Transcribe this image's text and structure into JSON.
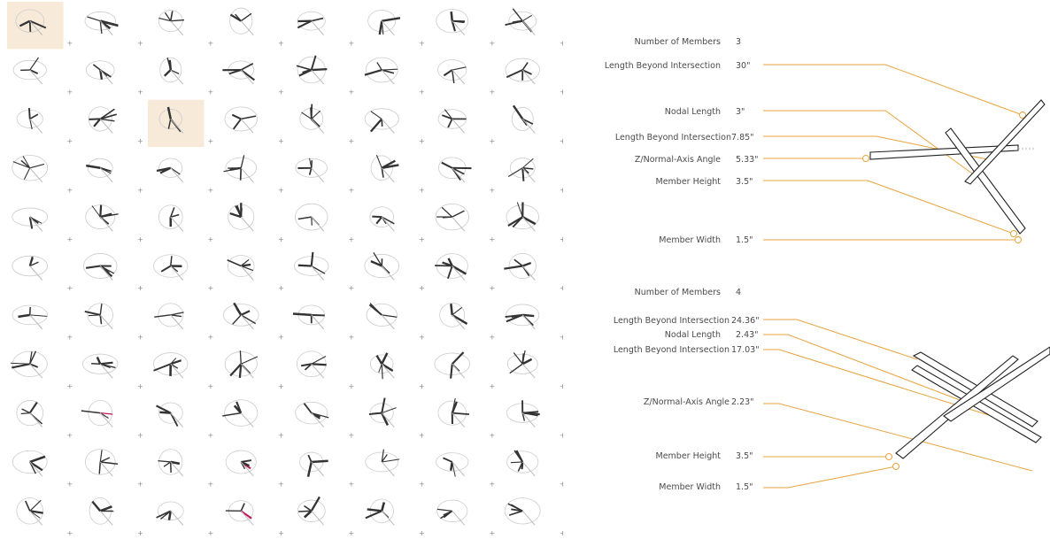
{
  "colors": {
    "leader": "#e8a33d",
    "highlight": "#f7ead8",
    "member": "#333333",
    "accent": "#c2185b"
  },
  "grid": {
    "columns": 8,
    "rows": 11,
    "highlighted_cells": [
      [
        0,
        0
      ],
      [
        2,
        2
      ]
    ],
    "accent_cells": [
      [
        8,
        1
      ],
      [
        9,
        3
      ],
      [
        10,
        3
      ]
    ]
  },
  "top_node": {
    "parameters": [
      {
        "label": "Number of Members",
        "value": "3",
        "leader": false
      },
      {
        "label": "Length Beyond Intersection",
        "value": "30\"",
        "leader": true
      },
      {
        "label": "Nodal Length",
        "value": "3\"",
        "leader": true
      },
      {
        "label": "Length Beyond Intersection",
        "value": "7.85\"",
        "leader": true
      },
      {
        "label": "Z/Normal-Axis Angle",
        "value": "5.33\"",
        "leader": true
      },
      {
        "label": "Member Height",
        "value": "3.5\"",
        "leader": true
      },
      {
        "label": "Member Width",
        "value": "1.5\"",
        "leader": true
      }
    ]
  },
  "bottom_node": {
    "parameters": [
      {
        "label": "Number of Members",
        "value": "4",
        "leader": false
      },
      {
        "label": "Length Beyond Intersection",
        "value": "24.36\"",
        "leader": true
      },
      {
        "label": "Nodal Length",
        "value": "2.43\"",
        "leader": true
      },
      {
        "label": "Length Beyond Intersection",
        "value": "17.03\"",
        "leader": true
      },
      {
        "label": "Z/Normal-Axis Angle",
        "value": "2.23\"",
        "leader": true
      },
      {
        "label": "Member Height",
        "value": "3.5\"",
        "leader": true
      },
      {
        "label": "Member Width",
        "value": "1.5\"",
        "leader": true
      }
    ]
  }
}
